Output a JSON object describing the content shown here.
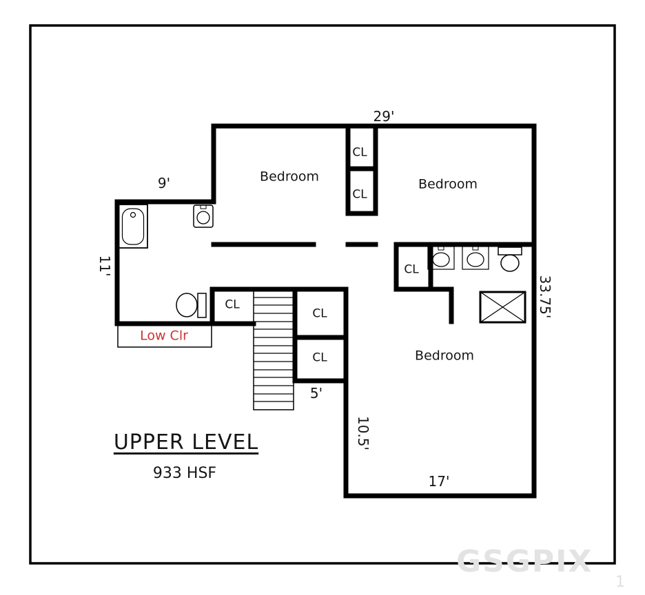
{
  "plan": {
    "title": "UPPER LEVEL",
    "area": "933 HSF"
  },
  "rooms": {
    "bedroom_top_left": "Bedroom",
    "bedroom_top_right": "Bedroom",
    "bedroom_bottom": "Bedroom",
    "low_clearance": "Low Clr"
  },
  "closets": {
    "top_stack_upper": "CL",
    "top_stack_lower": "CL",
    "hall_small": "CL",
    "mid_stack_upper": "CL",
    "mid_stack_lower": "CL",
    "bath": "CL"
  },
  "dimensions": {
    "top_width": "29'",
    "bath_width": "9'",
    "bath_height": "11'",
    "right_height": "33.75'",
    "stairwell_height": "10.5'",
    "bottom_width": "17'",
    "stair_width": "5'"
  },
  "watermark": {
    "text": "GSGPIX",
    "corner": "1"
  },
  "colors": {
    "wall": "#000000",
    "low_clearance_text": "#cd3333",
    "watermark": "#e3e3e3"
  }
}
